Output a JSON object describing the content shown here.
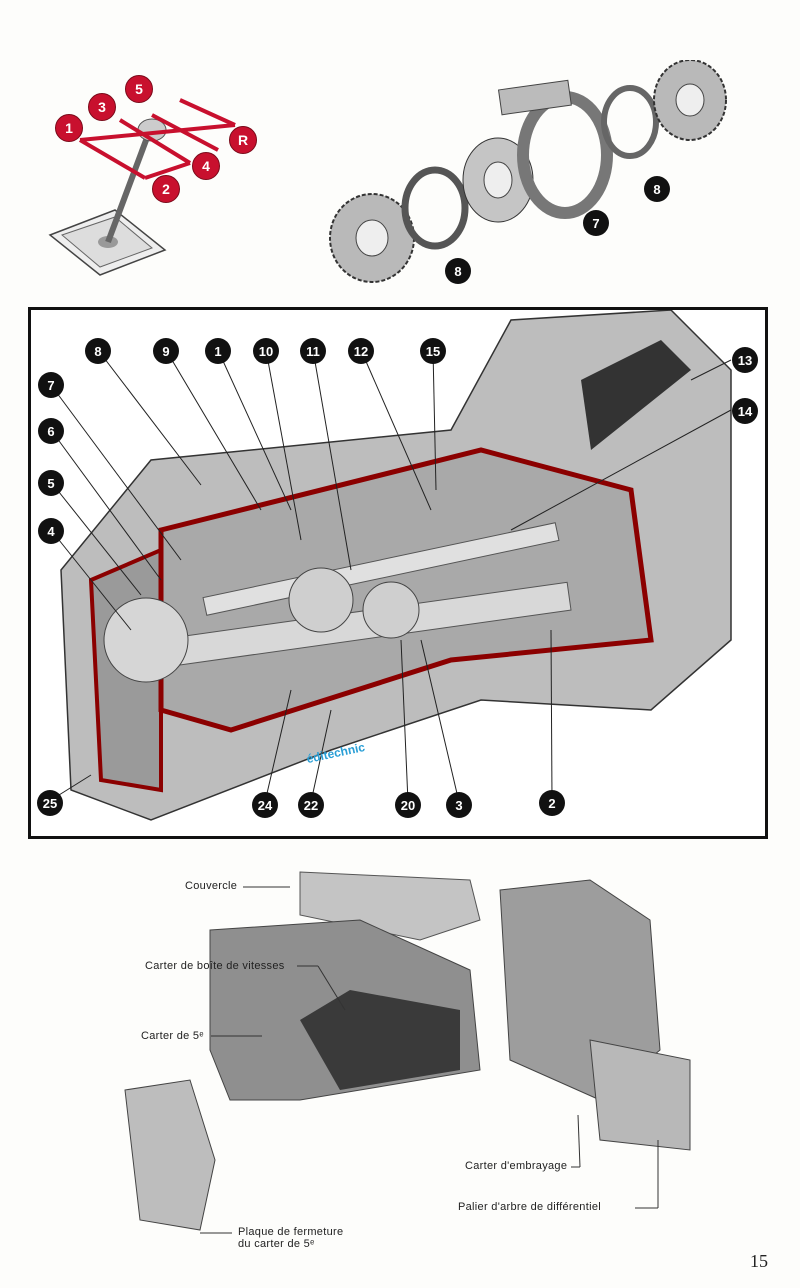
{
  "shift_pattern": {
    "gears": [
      "1",
      "3",
      "5",
      "R",
      "4",
      "2"
    ]
  },
  "synchro_callouts": [
    "8",
    "7",
    "8"
  ],
  "cutaway": {
    "callouts": [
      "8",
      "9",
      "1",
      "10",
      "11",
      "12",
      "15",
      "13",
      "14",
      "7",
      "6",
      "5",
      "4",
      "25",
      "24",
      "22",
      "20",
      "3",
      "2"
    ],
    "watermark": "éditechnic"
  },
  "exploded_view": {
    "labels": {
      "couvercle": "Couvercle",
      "carter_boite": "Carter de boîte de vitesses",
      "carter_5": "Carter de 5ᵉ",
      "carter_embrayage": "Carter d'embrayage",
      "palier": "Palier d'arbre de différentiel",
      "plaque_1": "Plaque de fermeture",
      "plaque_2": "du carter de 5ᵉ"
    }
  },
  "page_number": "15",
  "colors": {
    "accent_red": "#c8102e",
    "callout": "#111111"
  }
}
